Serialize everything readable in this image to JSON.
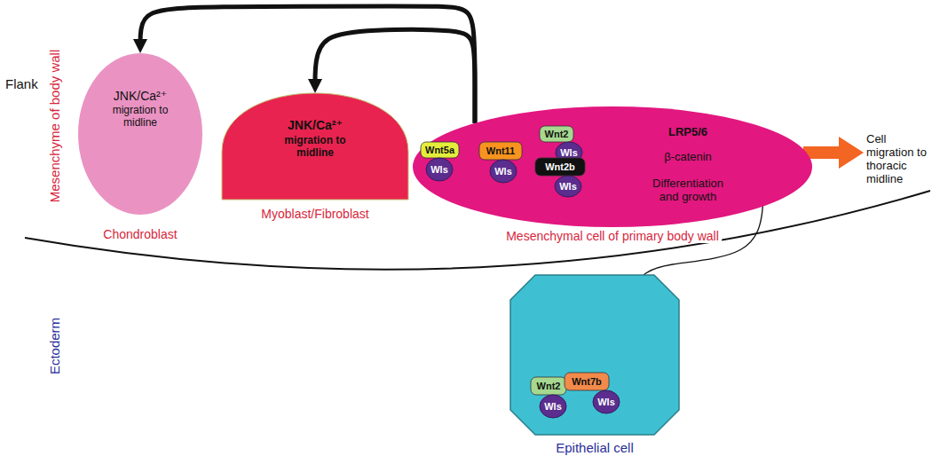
{
  "diagram": {
    "nodes": [
      {
        "text": [
          "JNK/Ca²⁺",
          "migration to midline",
          "Chondroblast"
        ]
      },
      {
        "text": [
          "JNK/Ca²⁺",
          "migration to midline",
          "Myoblast/Fibroblast"
        ]
      },
      {
        "text": [
          "LRP5/6",
          "β-catenin",
          "Differentiation and growth",
          "Mesenchymal cell of primary body wall"
        ]
      },
      {
        "text": [
          "Wnt5a"
        ],
        "in": 2
      },
      {
        "text": [
          "Wls"
        ],
        "in": 2
      },
      {
        "text": [
          "Wnt11"
        ],
        "in": 2
      },
      {
        "text": [
          "Wls"
        ],
        "in": 2
      },
      {
        "text": [
          "Wnt2"
        ],
        "in": 2
      },
      {
        "text": [
          "Wls"
        ],
        "in": 2
      },
      {
        "text": [
          "Wnt2b"
        ],
        "in": 2
      },
      {
        "text": [
          "Wls"
        ],
        "in": 2
      },
      {
        "text": [
          "Epithelial cell"
        ]
      },
      {
        "text": [
          "Wnt2"
        ],
        "in": 11
      },
      {
        "text": [
          "Wls"
        ],
        "in": 11
      },
      {
        "text": [
          "Wnt7b"
        ],
        "in": 11
      },
      {
        "text": [
          "Wls"
        ],
        "in": 11
      }
    ],
    "edges": [
      {
        "from": 2,
        "to": 0,
        "arrow": "to"
      },
      {
        "from": 2,
        "to": 1,
        "arrow": "to"
      },
      {
        "from": 7,
        "to": 2,
        "arrow": "to"
      },
      {
        "from": 11,
        "to": 2,
        "arrow": "to"
      }
    ],
    "labels": [
      "Flank",
      "Mesenchyme of body wall",
      "Ectoderm",
      "Cell migration to thoracic midline"
    ]
  }
}
